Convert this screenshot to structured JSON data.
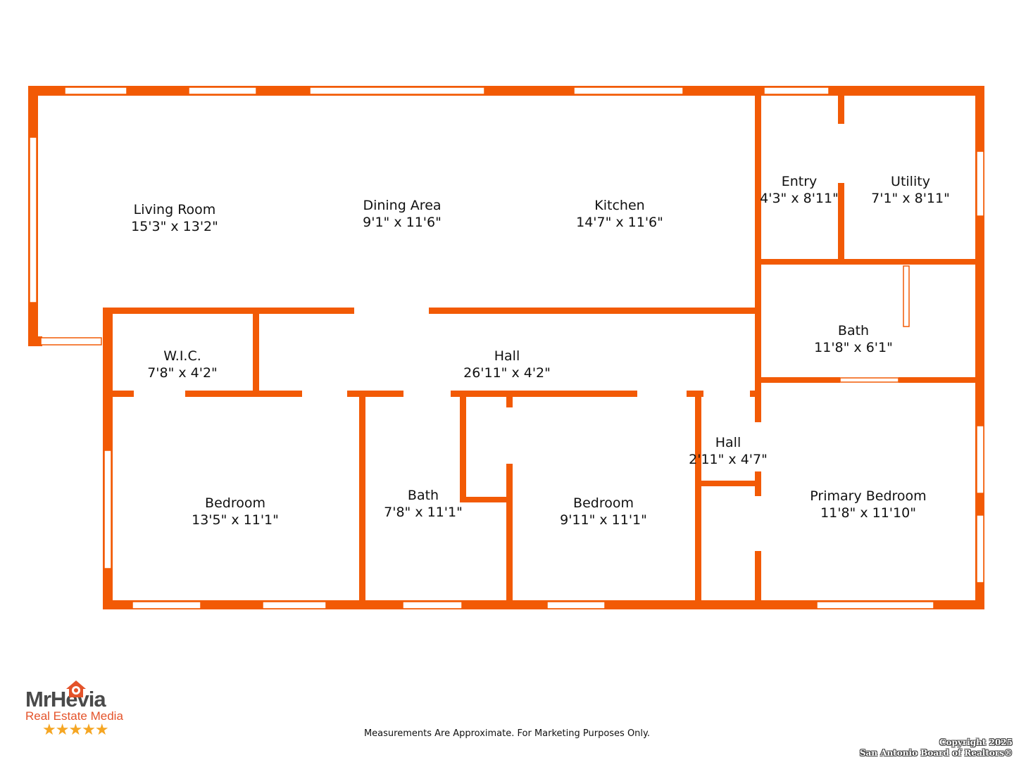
{
  "rooms": [
    {
      "name": "Living Room",
      "size": "15'3\" x 13'2\""
    },
    {
      "name": "Dining Area",
      "size": "9'1\" x 11'6\""
    },
    {
      "name": "Kitchen",
      "size": "14'7\" x 11'6\""
    },
    {
      "name": "Entry",
      "size": "4'3\" x 8'11\""
    },
    {
      "name": "Utility",
      "size": "7'1\" x 8'11\""
    },
    {
      "name": "Bath",
      "size": "11'8\" x 6'1\""
    },
    {
      "name": "W.I.C.",
      "size": "7'8\" x 4'2\""
    },
    {
      "name": "Hall",
      "size": "26'11\" x 4'2\""
    },
    {
      "name": "Bedroom",
      "size": "13'5\" x 11'1\""
    },
    {
      "name": "Bath",
      "size": "7'8\" x 11'1\""
    },
    {
      "name": "Bedroom",
      "size": "9'11\" x 11'1\""
    },
    {
      "name": "Hall",
      "size": "2'11\" x 4'7\""
    },
    {
      "name": "Primary Bedroom",
      "size": "11'8\" x 11'10\""
    }
  ],
  "logo": {
    "name": "MrHevia",
    "subtitle": "Real Estate Media",
    "stars": "★★★★★"
  },
  "disclaimer": "Measurements Are Approximate. For Marketing Purposes Only.",
  "copyright": {
    "line1": "Copyright 2025",
    "line2": "San Antonio Board of Realtors®"
  },
  "colors": {
    "wall": "#f25a05"
  }
}
